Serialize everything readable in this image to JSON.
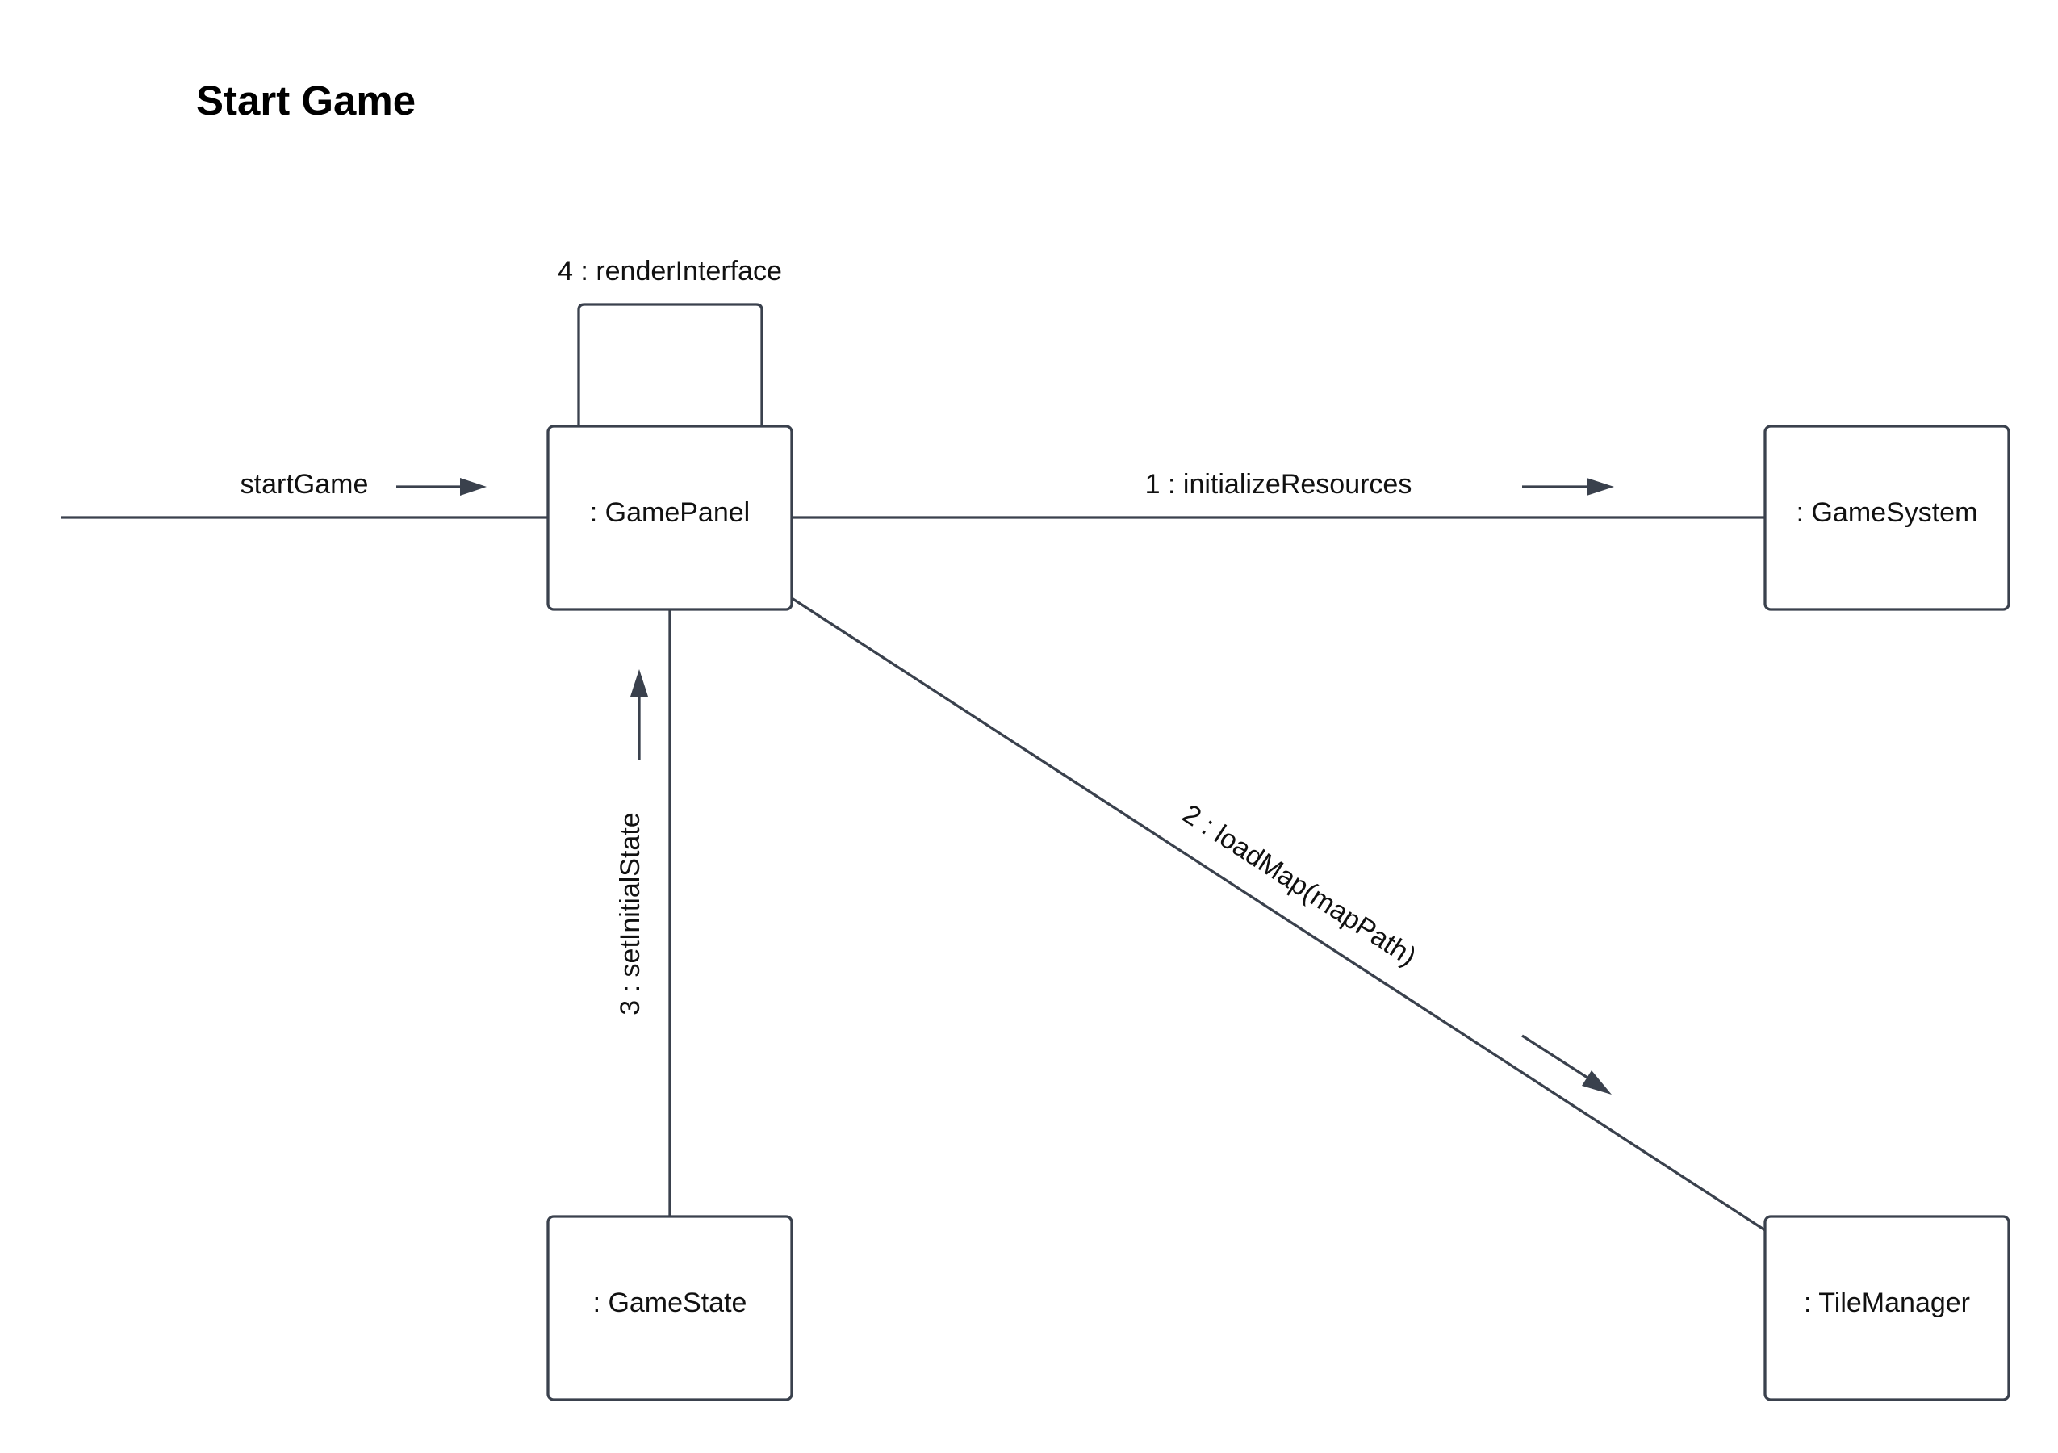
{
  "title": "Start Game",
  "objects": {
    "game_panel": ": GamePanel",
    "game_system": ": GameSystem",
    "game_state": ": GameState",
    "tile_manager": ": TileManager"
  },
  "messages": {
    "start_game": "startGame",
    "initialize_resources": "1 : initializeResources",
    "load_map": "2 : loadMap(mapPath)",
    "set_initial_state": "3 : setInitialState",
    "render_interface": "4 : renderInterface"
  },
  "colors": {
    "stroke": "#3a414d",
    "text": "#111111",
    "background": "#ffffff"
  }
}
